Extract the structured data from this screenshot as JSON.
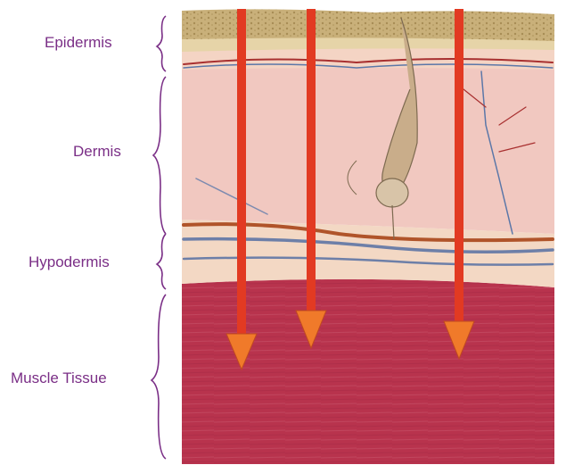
{
  "layers": {
    "epidermis": "Epidermis",
    "dermis": "Dermis",
    "hypodermis": "Hypodermis",
    "muscle": "Muscle Tissue"
  },
  "colors": {
    "label": "#7a2e86",
    "epidermis": "#c9b07a",
    "dermis": "#f1c8c0",
    "hypodermis": "#f3d8c4",
    "muscle": "#b8334e",
    "arrow_shaft": "#e23a22",
    "arrow_head": "#f07a2a"
  },
  "arrows_count": 3
}
